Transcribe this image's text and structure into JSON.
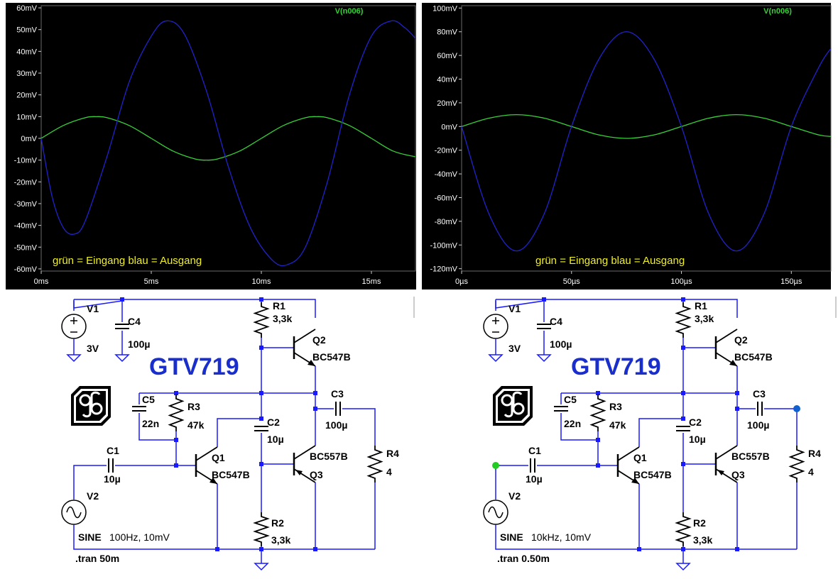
{
  "chart_data": [
    {
      "type": "line",
      "trace_label": "V(n006)",
      "note": "grün = Eingang   blau = Ausgang",
      "x_ticks": [
        "0ms",
        "5ms",
        "10ms",
        "15ms"
      ],
      "xlim": [
        0,
        17
      ],
      "y_ticks": [
        "60mV",
        "50mV",
        "40mV",
        "30mV",
        "20mV",
        "10mV",
        "0mV",
        "-10mV",
        "-20mV",
        "-30mV",
        "-40mV",
        "-50mV",
        "-60mV"
      ],
      "ylim": [
        -61,
        61
      ],
      "x_unit": "ms",
      "y_unit": "mV",
      "series": [
        {
          "color": "#38d038",
          "points": [
            [
              0,
              0
            ],
            [
              1,
              5.9
            ],
            [
              2,
              9.5
            ],
            [
              2.5,
              10
            ],
            [
              3,
              9.5
            ],
            [
              4,
              5.9
            ],
            [
              5,
              0
            ],
            [
              6,
              -5.9
            ],
            [
              7,
              -9.5
            ],
            [
              7.5,
              -10
            ],
            [
              8,
              -9.5
            ],
            [
              9,
              -5.9
            ],
            [
              10,
              0
            ],
            [
              11,
              5.9
            ],
            [
              12,
              9.5
            ],
            [
              12.5,
              10
            ],
            [
              13,
              9.5
            ],
            [
              14,
              5.9
            ],
            [
              15,
              0
            ],
            [
              16,
              -5.9
            ],
            [
              17,
              -8.5
            ]
          ]
        },
        {
          "color": "#2222cc",
          "points": [
            [
              0,
              0
            ],
            [
              0.5,
              -27
            ],
            [
              1,
              -41
            ],
            [
              1.5,
              -44
            ],
            [
              2,
              -38
            ],
            [
              3,
              -8
            ],
            [
              4,
              26
            ],
            [
              5,
              47
            ],
            [
              5.7,
              54
            ],
            [
              6.5,
              48
            ],
            [
              7.5,
              22
            ],
            [
              8.5,
              -13
            ],
            [
              9.5,
              -41
            ],
            [
              10.5,
              -56
            ],
            [
              11.2,
              -58
            ],
            [
              12,
              -50
            ],
            [
              13,
              -20
            ],
            [
              14,
              20
            ],
            [
              15,
              47
            ],
            [
              15.9,
              54
            ],
            [
              16.5,
              51
            ],
            [
              17,
              46
            ]
          ]
        }
      ]
    },
    {
      "type": "line",
      "trace_label": "V(n006)",
      "note": "grün = Eingang   blau = Ausgang",
      "x_ticks": [
        "0µs",
        "50µs",
        "100µs",
        "150µs"
      ],
      "xlim": [
        0,
        168
      ],
      "y_ticks": [
        "100mV",
        "80mV",
        "60mV",
        "40mV",
        "20mV",
        "0mV",
        "-20mV",
        "-40mV",
        "-60mV",
        "-80mV",
        "-100mV",
        "-120mV"
      ],
      "ylim": [
        -122,
        102
      ],
      "x_unit": "µs",
      "y_unit": "mV",
      "series": [
        {
          "color": "#38d038",
          "points": [
            [
              0,
              0
            ],
            [
              12.5,
              7.1
            ],
            [
              25,
              10
            ],
            [
              37.5,
              7.1
            ],
            [
              50,
              0
            ],
            [
              62.5,
              -7.1
            ],
            [
              75,
              -10
            ],
            [
              87.5,
              -7.1
            ],
            [
              100,
              0
            ],
            [
              112.5,
              7.1
            ],
            [
              125,
              10
            ],
            [
              137.5,
              7.1
            ],
            [
              150,
              0
            ],
            [
              162.5,
              -7.1
            ],
            [
              168,
              -8.4
            ]
          ]
        },
        {
          "color": "#2222cc",
          "points": [
            [
              0,
              0
            ],
            [
              12.5,
              -74
            ],
            [
              25,
              -105
            ],
            [
              37.5,
              -74
            ],
            [
              50,
              0
            ],
            [
              62.5,
              57
            ],
            [
              75,
              80
            ],
            [
              87.5,
              57
            ],
            [
              100,
              0
            ],
            [
              112.5,
              -74
            ],
            [
              125,
              -105
            ],
            [
              137.5,
              -74
            ],
            [
              150,
              0
            ],
            [
              162.5,
              50
            ],
            [
              168,
              66
            ]
          ]
        }
      ]
    }
  ],
  "schematics": [
    {
      "title": "GTV719",
      "v1": {
        "name": "V1",
        "value": "3V"
      },
      "c4": {
        "name": "C4",
        "value": "100µ"
      },
      "r1": {
        "name": "R1",
        "value": "3,3k"
      },
      "q2": {
        "name": "Q2",
        "value": "BC547B"
      },
      "c5": {
        "name": "C5",
        "value": "22n"
      },
      "r3": {
        "name": "R3",
        "value": "47k"
      },
      "c3": {
        "name": "C3",
        "value": "100µ"
      },
      "c2": {
        "name": "C2",
        "value": "10µ"
      },
      "c1": {
        "name": "C1",
        "value": "10µ"
      },
      "q1": {
        "name": "Q1",
        "value": "BC547B"
      },
      "q3": {
        "name": "Q3",
        "value": "BC557B"
      },
      "r4": {
        "name": "R4",
        "value": "4"
      },
      "v2": {
        "name": "V2",
        "sine_keyword": "SINE",
        "sine_params": "100Hz, 10mV"
      },
      "r2": {
        "name": "R2",
        "value": "3,3k"
      },
      "tran": ".tran 50m"
    },
    {
      "title": "GTV719",
      "v1": {
        "name": "V1",
        "value": "3V"
      },
      "c4": {
        "name": "C4",
        "value": "100µ"
      },
      "r1": {
        "name": "R1",
        "value": "3,3k"
      },
      "q2": {
        "name": "Q2",
        "value": "BC547B"
      },
      "c5": {
        "name": "C5",
        "value": "22n"
      },
      "r3": {
        "name": "R3",
        "value": "47k"
      },
      "c3": {
        "name": "C3",
        "value": "100µ"
      },
      "c2": {
        "name": "C2",
        "value": "10µ"
      },
      "c1": {
        "name": "C1",
        "value": "10µ"
      },
      "q1": {
        "name": "Q1",
        "value": "BC547B"
      },
      "q3": {
        "name": "Q3",
        "value": "BC557B"
      },
      "r4": {
        "name": "R4",
        "value": "4"
      },
      "v2": {
        "name": "V2",
        "sine_keyword": "SINE",
        "sine_params": "10kHz, 10mV"
      },
      "r2": {
        "name": "R2",
        "value": "3,3k"
      },
      "tran": ".tran 0.50m"
    }
  ],
  "colors": {
    "plot_background": "#000000",
    "axis_text": "#ffffff",
    "trace_label": "#38d038",
    "note_text": "#f0f020",
    "wire": "#1a1aff",
    "title": "#1a2ecc",
    "component": "#000000"
  }
}
